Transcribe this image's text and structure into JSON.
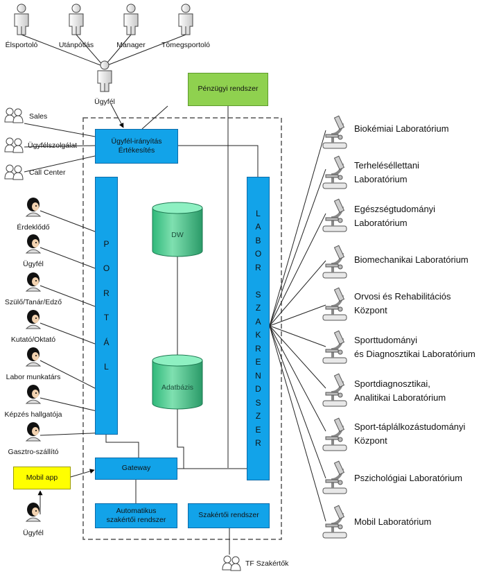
{
  "top_actors": [
    "Élsportoló",
    "Utánpótlás",
    "Manager",
    "Tömegsportoló"
  ],
  "client": "Ügyfél",
  "finance": "Pénzügyi rendszer",
  "groups": [
    "Sales",
    "Ügyfélszolgálat",
    "Call Center"
  ],
  "client_mgmt": [
    "Ügyfél-irányítás",
    "Értékesítés"
  ],
  "portal_letters": [
    "P",
    "O",
    "R",
    "T",
    "Á",
    "L"
  ],
  "labor_letters": [
    "L",
    "A",
    "B",
    "O",
    "R",
    "",
    "S",
    "Z",
    "A",
    "K",
    "R",
    "E",
    "N",
    "D",
    "S",
    "Z",
    "E",
    "R"
  ],
  "dw": "DW",
  "database": "Adatbázis",
  "users": [
    "Érdeklődő",
    "Ügyfél",
    "Szülő/Tanár/Edző",
    "Kutató/Oktató",
    "Labor munkatárs",
    "Képzés hallgatója",
    "Gasztro-szállító"
  ],
  "mobil_app": "Mobil app",
  "mobil_user": "Ügyfél",
  "gateway": "Gateway",
  "auto_expert": [
    "Automatikus",
    "szakértői rendszer"
  ],
  "expert_system": "Szakértői rendszer",
  "tf_experts": "TF Szakértők",
  "labs": [
    [
      "Biokémiai Laboratórium"
    ],
    [
      "Terheléséllettani",
      "Laboratórium"
    ],
    [
      "Egészségtudományi",
      "Laboratórium"
    ],
    [
      "Biomechanikai Laboratórium"
    ],
    [
      "Orvosi és Rehabilitációs",
      "Központ"
    ],
    [
      "Sporttudományi",
      "és Diagnosztikai Laboratórium"
    ],
    [
      "Sportdiagnosztikai,",
      "Analitikai Laboratórium"
    ],
    [
      "Sport-táplálkozástudományi",
      "Központ"
    ],
    [
      "Pszichológiai Laboratórium"
    ],
    [
      "Mobil Laboratórium"
    ]
  ],
  "colors": {
    "box": "#12a3e9",
    "finance": "#8fd14f",
    "db": "#39c48a",
    "mobile": "#ffff00"
  }
}
